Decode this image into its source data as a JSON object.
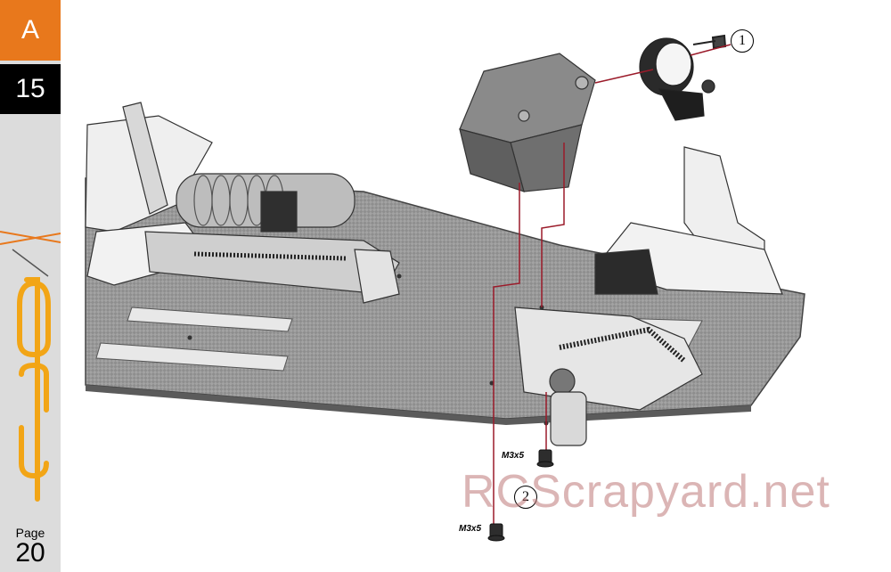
{
  "sidebar": {
    "section_letter": "A",
    "step_number": "15",
    "logo_icon": "serpent-s-logo",
    "page_label": "Page",
    "page_number": "20"
  },
  "diagram": {
    "callouts": [
      "1",
      "2"
    ],
    "screw_labels": [
      "M3x5",
      "M3x5"
    ]
  },
  "watermark": "RCScrapyard.net",
  "colors": {
    "section_tab": "#e8781c",
    "step_tab": "#000000",
    "sidebar": "#dcdcdc",
    "leader_lines": "#9b1b2a",
    "chassis_plate": "#8e8e8e",
    "servo": "#7a7a7a"
  }
}
